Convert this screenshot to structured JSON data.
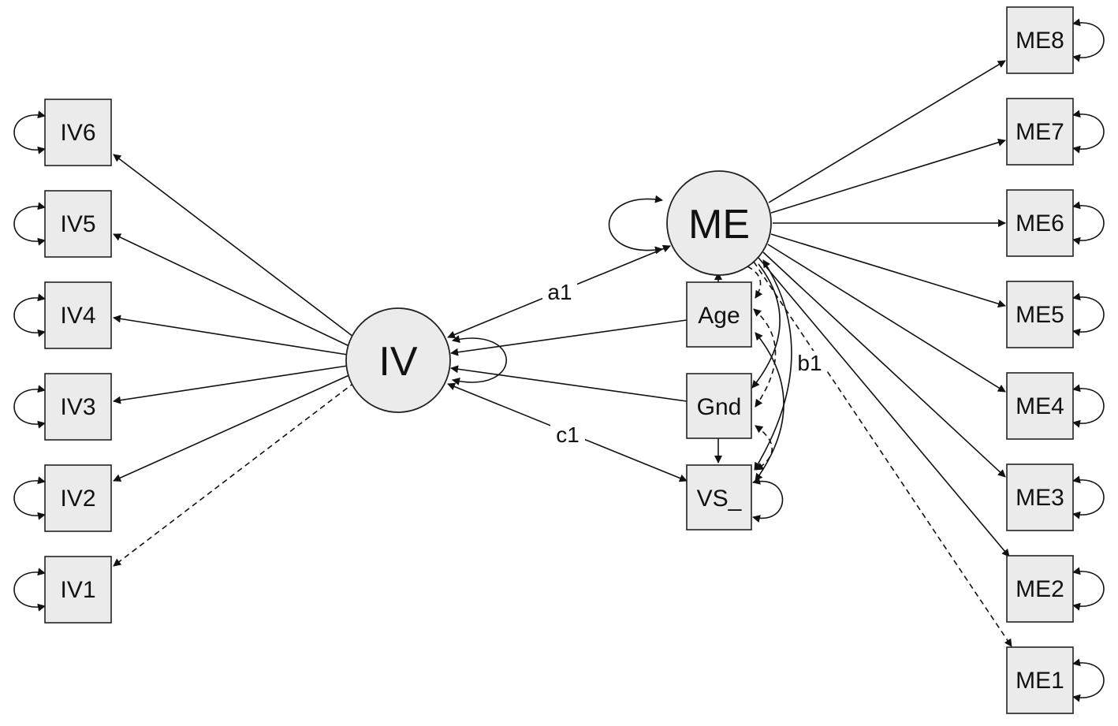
{
  "latent": {
    "iv": {
      "label": "IV"
    },
    "me": {
      "label": "ME"
    }
  },
  "indicators": {
    "iv": [
      "IV6",
      "IV5",
      "IV4",
      "IV3",
      "IV2",
      "IV1"
    ],
    "me": [
      "ME8",
      "ME7",
      "ME6",
      "ME5",
      "ME4",
      "ME3",
      "ME2",
      "ME1"
    ]
  },
  "covariates": {
    "age": "Age",
    "gnd": "Gnd",
    "vs": "VS_"
  },
  "paths": {
    "a1": "a1",
    "b1": "b1",
    "c1": "c1"
  },
  "fixed_loadings": [
    "IV1",
    "ME1"
  ],
  "colors": {
    "node_fill": "#ebebeb",
    "stroke": "#111111"
  }
}
